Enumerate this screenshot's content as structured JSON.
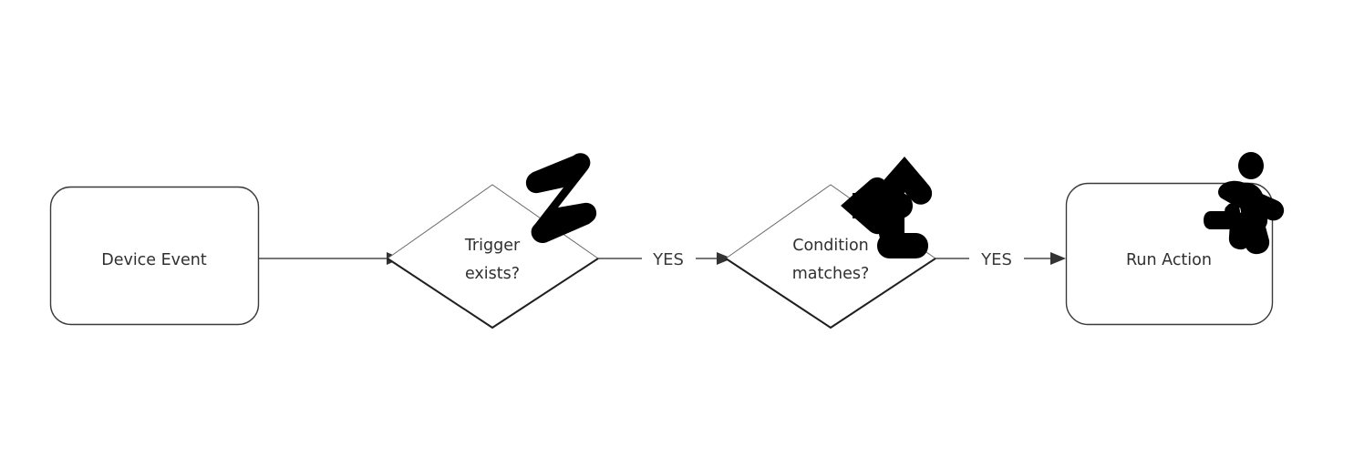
{
  "diagram": {
    "title": "",
    "type": "flowchart",
    "orientation": "left-to-right",
    "background_color": "#ffffff",
    "line_color": "#4a4a4a",
    "text_color": "#2f2f2f",
    "icon_color": "#000000",
    "nodes": [
      {
        "id": "device-event",
        "shape": "rounded-rectangle",
        "label": "Device Event",
        "label_lines": [
          "Device Event"
        ],
        "icon": null
      },
      {
        "id": "trigger-exists",
        "shape": "diamond",
        "label": "Trigger exists?",
        "label_lines": [
          "Trigger",
          "exists?"
        ],
        "icon": "lightning-bolt-icon"
      },
      {
        "id": "condition-matches",
        "shape": "diamond",
        "label": "Condition matches?",
        "label_lines": [
          "Condition",
          "matches?"
        ],
        "icon": "branch-fork-arrow-icon"
      },
      {
        "id": "run-action",
        "shape": "rounded-rectangle",
        "label": "Run Action",
        "label_lines": [
          "Run Action"
        ],
        "icon": "running-person-icon"
      }
    ],
    "edges": [
      {
        "id": "edge-device-to-trigger",
        "from": "device-event",
        "to": "trigger-exists",
        "label": "",
        "arrow": "end"
      },
      {
        "id": "edge-trigger-to-condition",
        "from": "trigger-exists",
        "to": "condition-matches",
        "label": "YES",
        "arrow": "end"
      },
      {
        "id": "edge-condition-to-action",
        "from": "condition-matches",
        "to": "run-action",
        "label": "YES",
        "arrow": "end"
      }
    ]
  }
}
